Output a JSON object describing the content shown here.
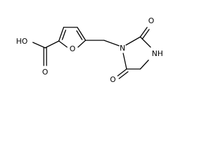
{
  "molecule": {
    "atoms": {
      "hydroxyl": "HO",
      "carbonyl_o_acid": "O",
      "furan_o": "O",
      "ring_n": "N",
      "carbonyl_o_top": "O",
      "nh": "NH",
      "carbonyl_o_bottom": "O"
    }
  },
  "colors": {
    "bond": "#000000",
    "text": "#000000",
    "background": "#ffffff"
  }
}
